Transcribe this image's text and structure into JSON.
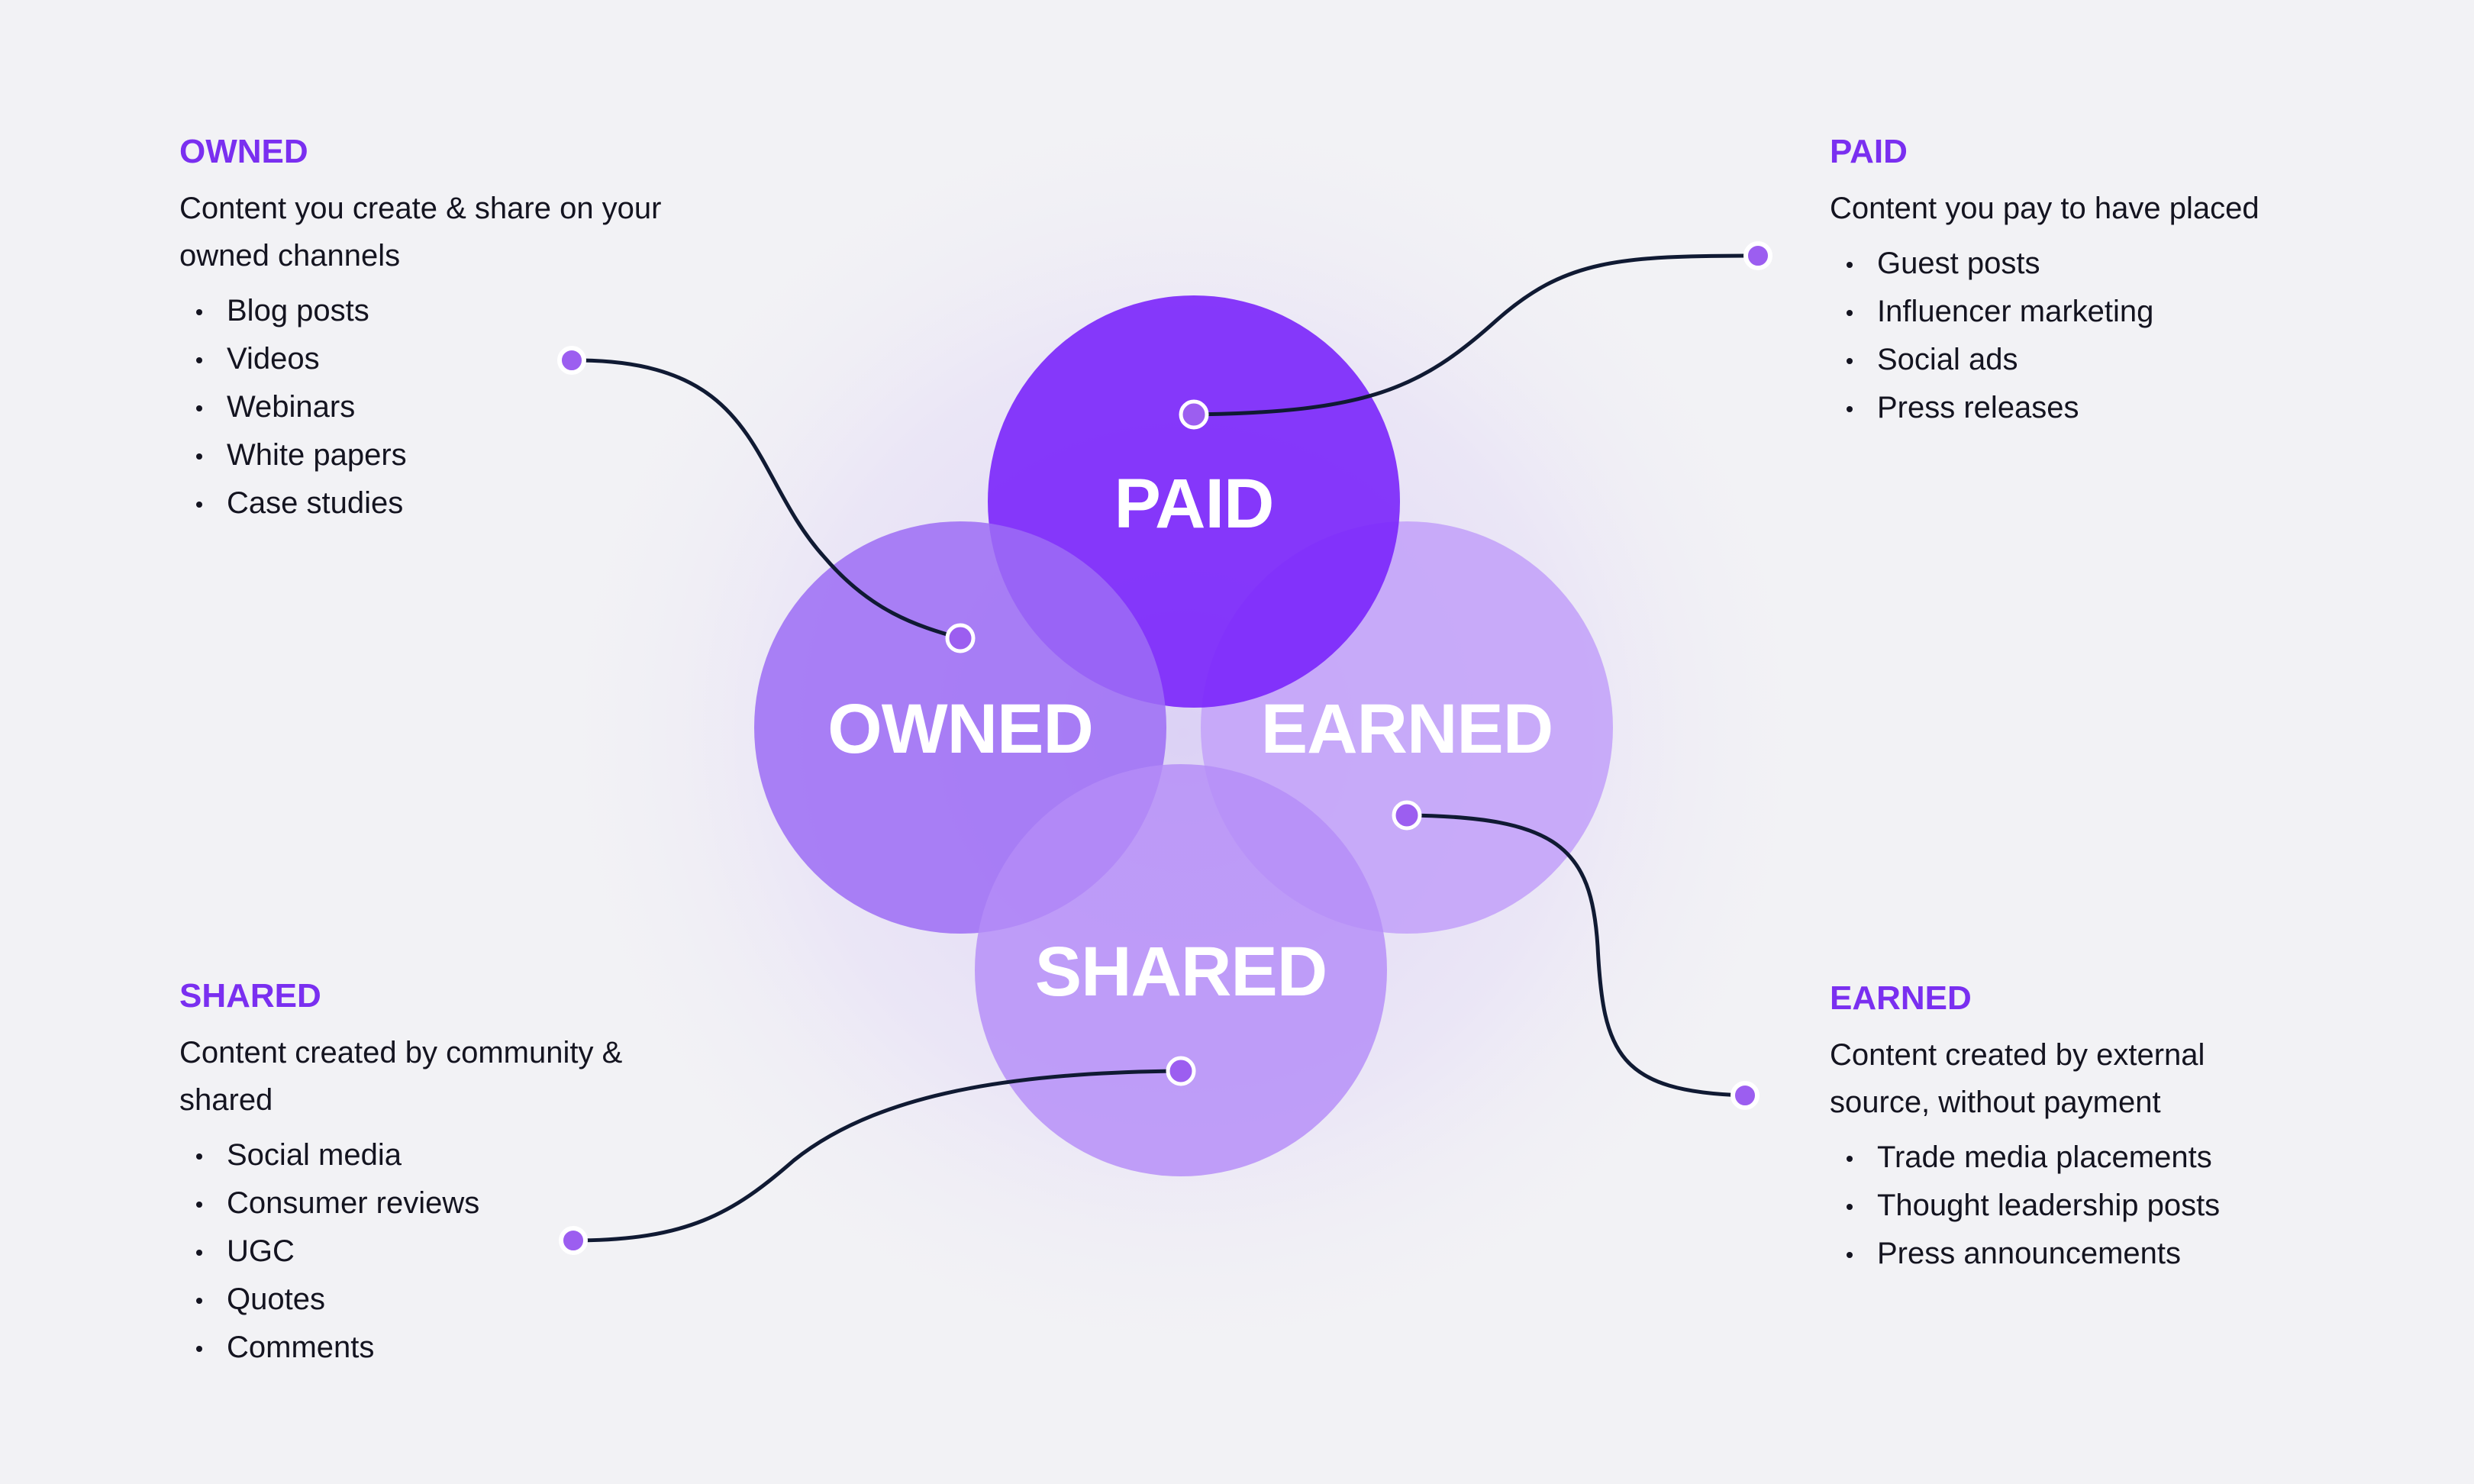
{
  "diagram": {
    "circles": [
      {
        "id": "paid",
        "label": "PAID",
        "color": "#7a25fb"
      },
      {
        "id": "owned",
        "label": "OWNED",
        "color": "#9c6cf5"
      },
      {
        "id": "earned",
        "label": "EARNED",
        "color": "#c4a5f8"
      },
      {
        "id": "shared",
        "label": "SHARED",
        "color": "#b48cf8"
      }
    ],
    "accent_color": "#7a2ff0",
    "connector_color": "#101a33",
    "dot_color": "#9c5ef0"
  },
  "panels": {
    "owned": {
      "title": "OWNED",
      "description": "Content you create & share on your owned channels",
      "items": [
        "Blog posts",
        "Videos",
        "Webinars",
        "White papers",
        "Case studies"
      ]
    },
    "paid": {
      "title": "PAID",
      "description": "Content you pay to have placed",
      "items": [
        "Guest posts",
        "Influencer marketing",
        "Social ads",
        "Press releases"
      ]
    },
    "shared": {
      "title": "SHARED",
      "description": "Content created by community & shared",
      "items": [
        "Social media",
        "Consumer reviews",
        "UGC",
        "Quotes",
        "Comments"
      ]
    },
    "earned": {
      "title": "EARNED",
      "description": "Content created by external source, without payment",
      "items": [
        "Trade media placements",
        "Thought leadership posts",
        "Press announcements"
      ]
    }
  }
}
